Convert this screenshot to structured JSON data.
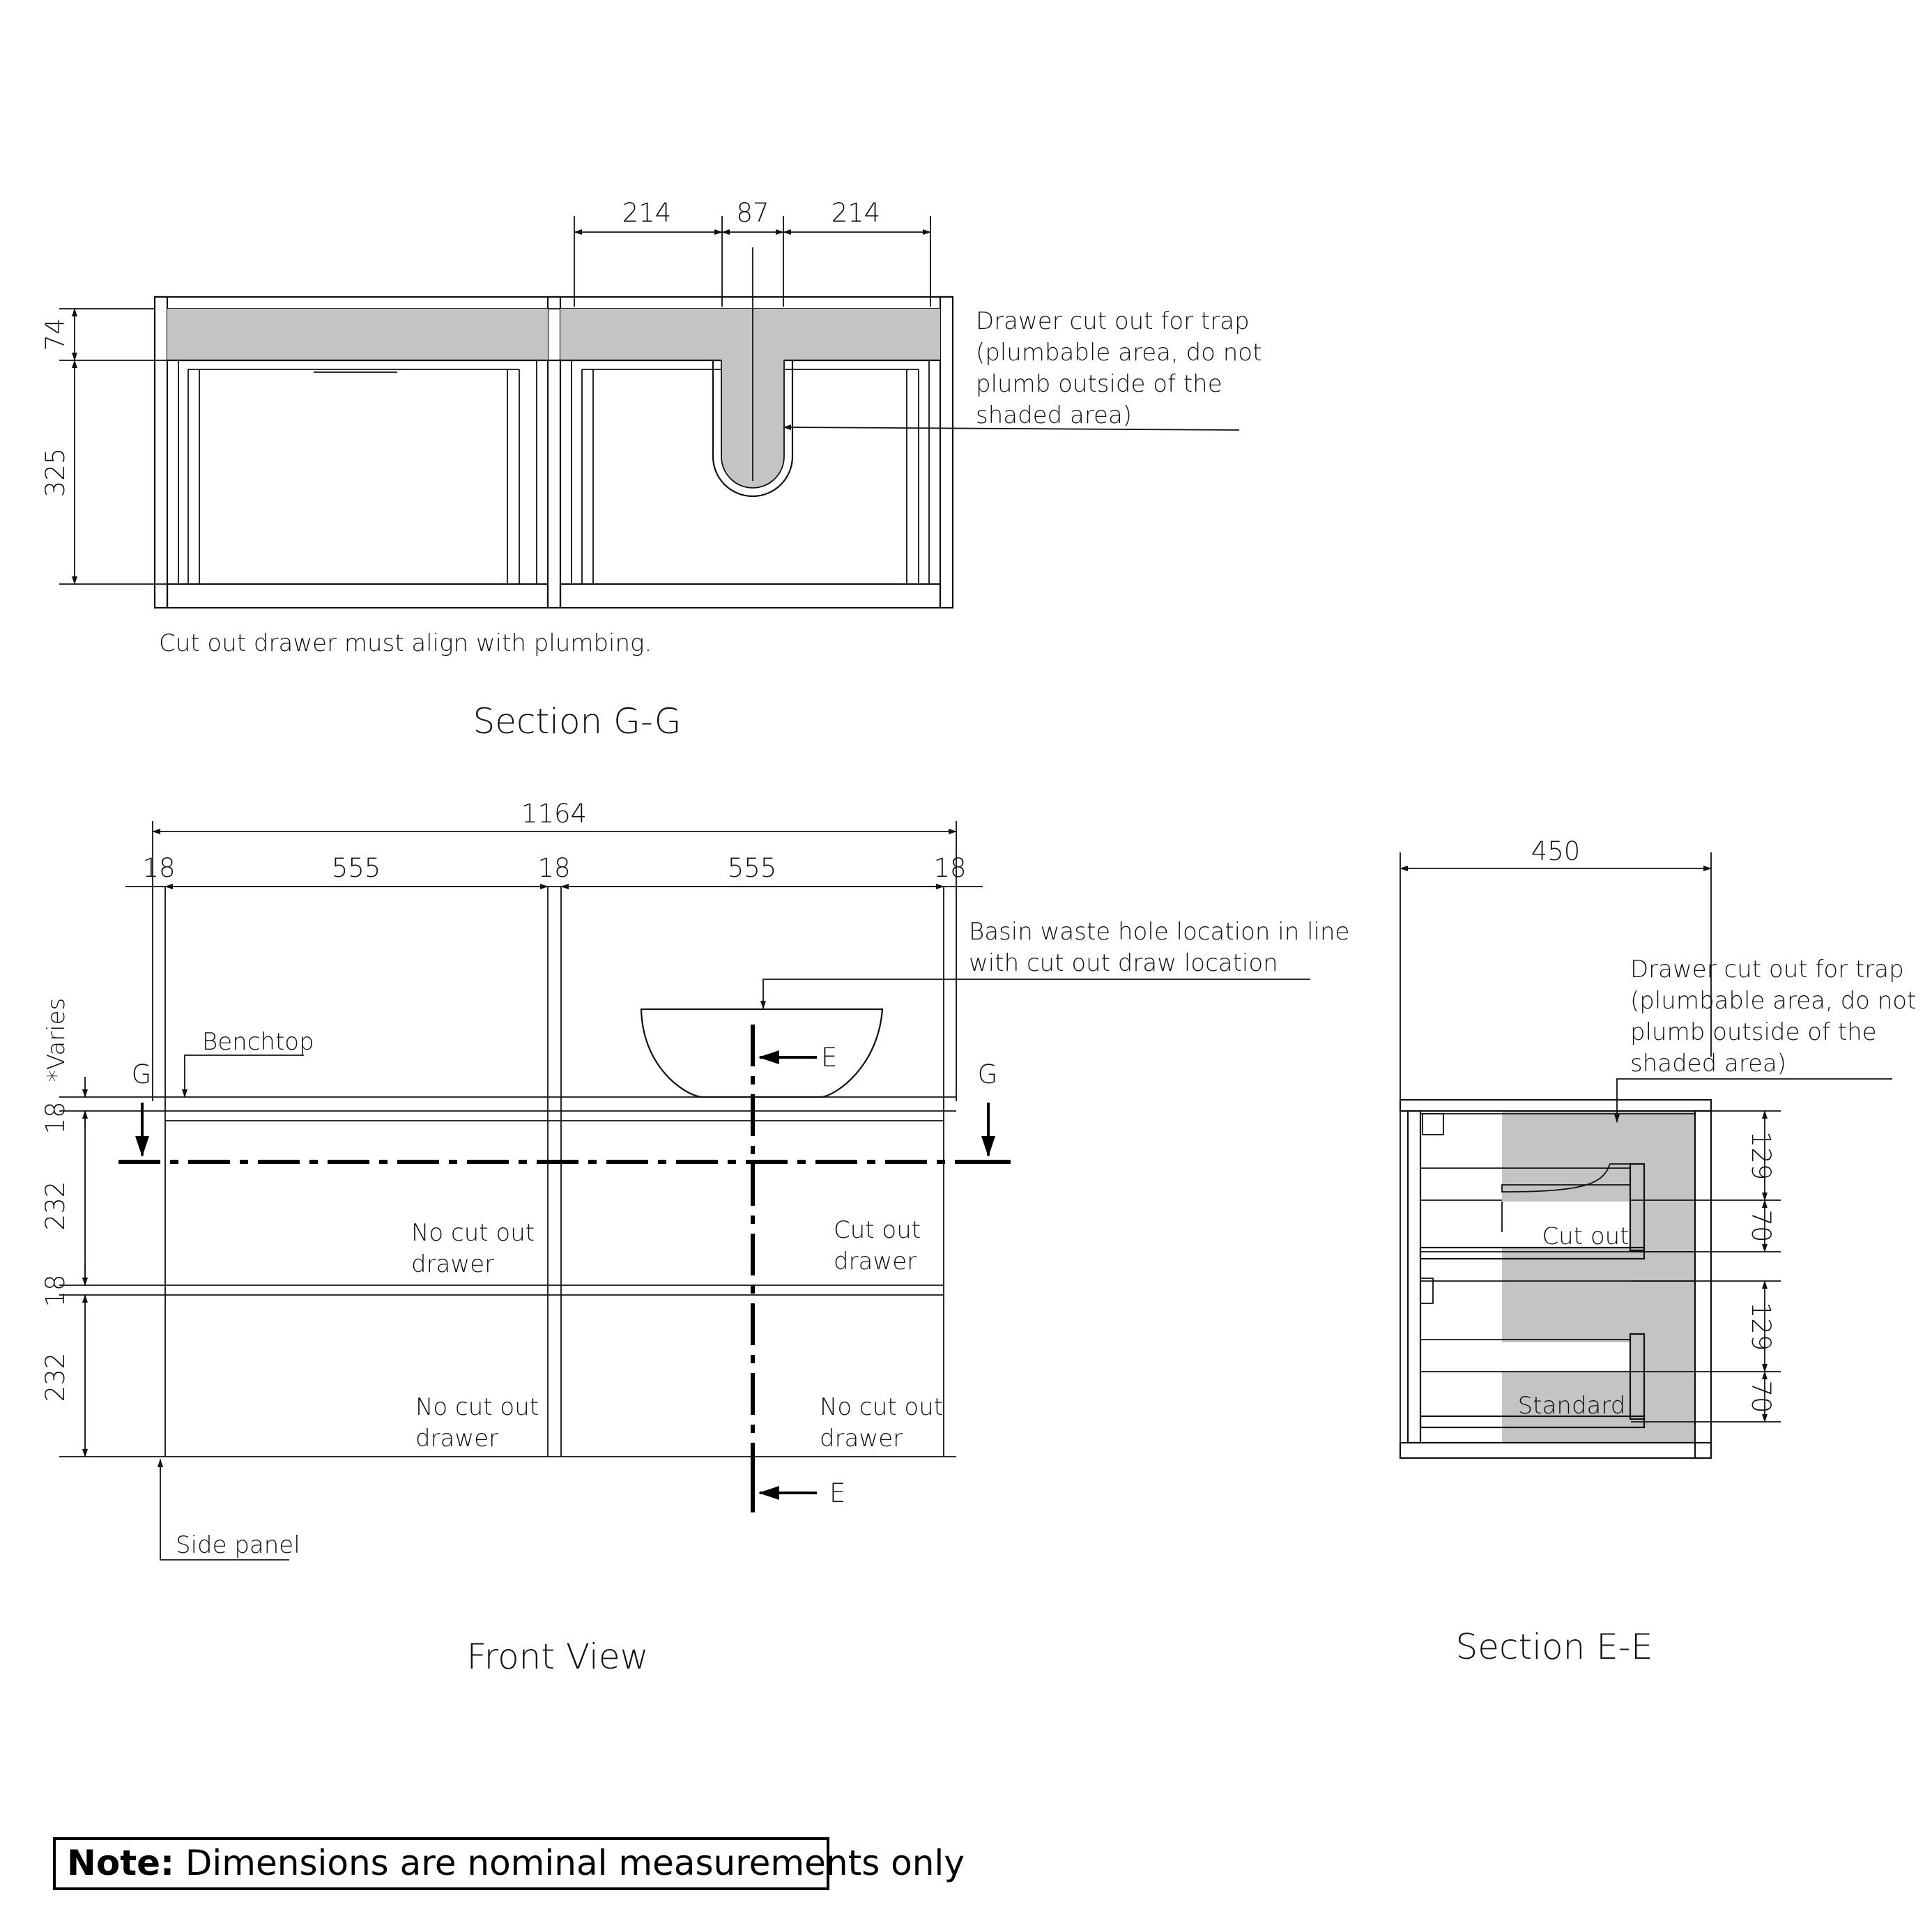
{
  "section_gg": {
    "title": "Section G-G",
    "dims_top": [
      "214",
      "87",
      "214"
    ],
    "dims_left": [
      "74",
      "325"
    ],
    "callout": [
      "Drawer cut out for trap",
      "(plumbable area, do not",
      "plumb outside of the",
      "shaded area)"
    ],
    "caption": "Cut out drawer must align with plumbing."
  },
  "front_view": {
    "title": "Front View",
    "overall_width": "1164",
    "dims_top": [
      "18",
      "555",
      "18",
      "555",
      "18"
    ],
    "dims_left": [
      "*Varies",
      "18",
      "232",
      "18",
      "232"
    ],
    "section_marks": {
      "g_left": "G",
      "g_right": "G",
      "e_top": "E",
      "e_bottom": "E"
    },
    "basin_callout": [
      "Basin waste hole location in line",
      "with cut out draw location"
    ],
    "benchtop_label": "Benchtop",
    "side_panel_label": "Side panel",
    "drawers": {
      "top_left": [
        "No cut out",
        "drawer"
      ],
      "top_right": [
        "Cut out",
        "drawer"
      ],
      "bottom_left": [
        "No cut out",
        "drawer"
      ],
      "bottom_right": [
        "No cut out",
        "drawer"
      ]
    }
  },
  "section_ee": {
    "title": "Section E-E",
    "depth": "450",
    "callout": [
      "Drawer cut out for trap",
      "(plumbable area, do not",
      "plumb outside of the",
      "shaded area)"
    ],
    "dims_right": [
      "129",
      "70",
      "129",
      "70"
    ],
    "labels": {
      "cut_out": "Cut out",
      "standard": "Standard"
    }
  },
  "note": {
    "bold": "Note:",
    "text": " Dimensions are nominal measurements only"
  }
}
